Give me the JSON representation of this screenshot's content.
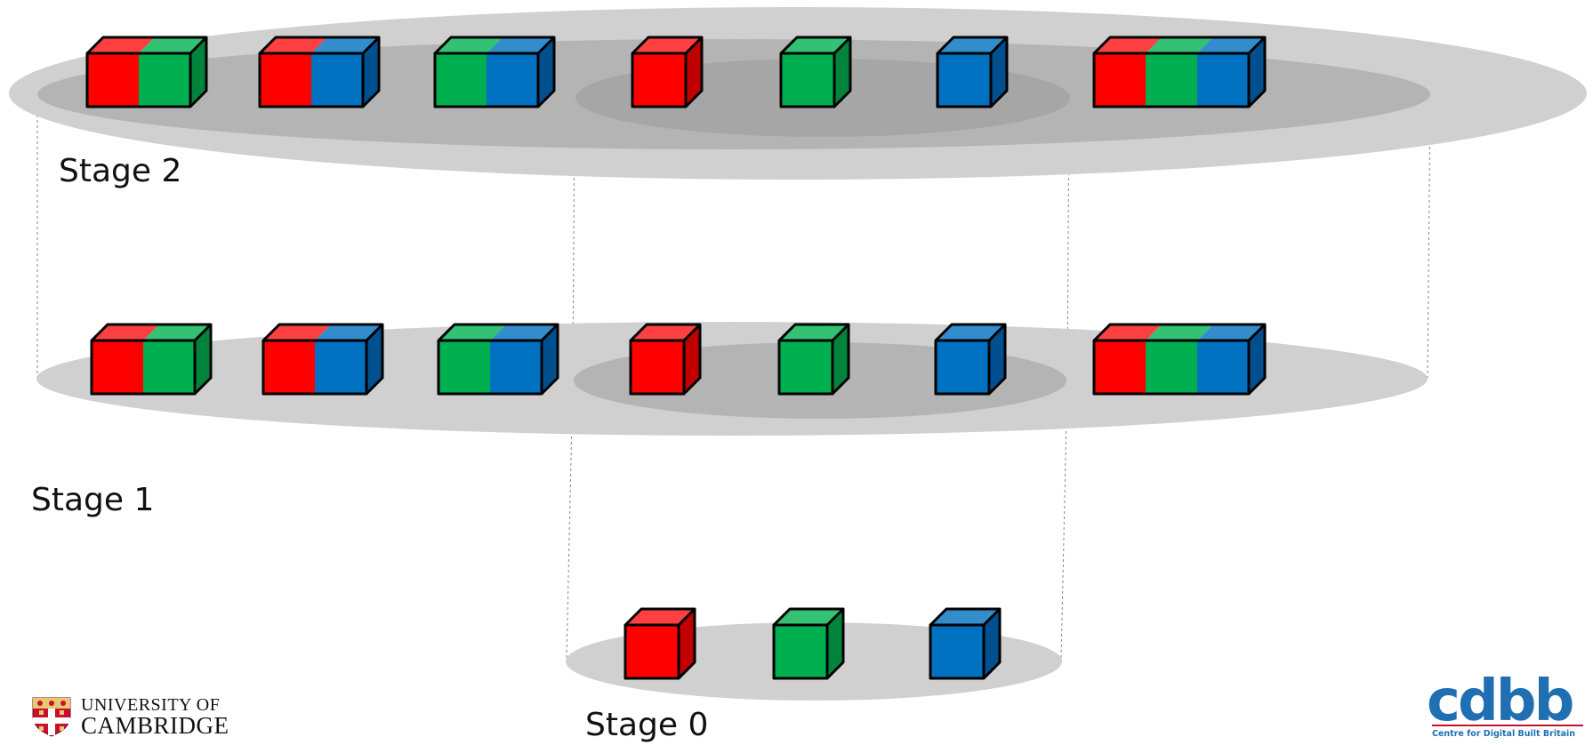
{
  "labels": {
    "stage2": "Stage 2",
    "stage1": "Stage 1",
    "stage0": "Stage 0"
  },
  "logos": {
    "cambridge_line1": "UNIVERSITY OF",
    "cambridge_line2": "CAMBRIDGE",
    "cdbb_word": "cdbb",
    "cdbb_sub": "Centre for Digital Built Britain"
  },
  "colors": {
    "red": "#ff0000",
    "green": "#00b050",
    "blue": "#0070c0",
    "ellipse_light": "#d0d0d0",
    "ellipse_mid": "#b4b4b4",
    "ellipse_dark": "#a6a6a6"
  },
  "stages": [
    {
      "name": "stage-2",
      "blocks": [
        "red+green",
        "red+blue",
        "green+blue",
        "red",
        "green",
        "blue",
        "red+green+blue"
      ]
    },
    {
      "name": "stage-1",
      "blocks": [
        "red+green",
        "red+blue",
        "green+blue",
        "red",
        "green",
        "blue",
        "red+green+blue"
      ]
    },
    {
      "name": "stage-0",
      "blocks": [
        "red",
        "green",
        "blue"
      ]
    }
  ]
}
